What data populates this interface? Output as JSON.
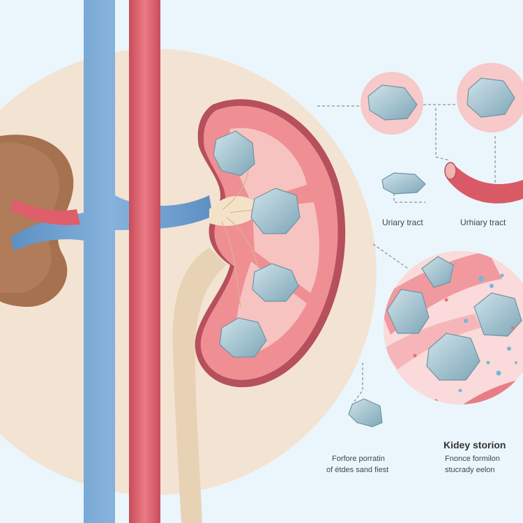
{
  "labels": {
    "tract_left": "Uriary tract",
    "tract_right": "Urhiary tract",
    "title": "Kidey storion",
    "subtitle_1": "Fnonce formilon",
    "subtitle_2": "stucrady eelon",
    "left_1": "Forfore porratin",
    "left_2": "of étdes sand fiest"
  },
  "colors": {
    "background": "#eaf6fb",
    "circle": "#f3e3d3",
    "kidney_cortex": "#ef8f94",
    "kidney_medulla": "#f6c3c0",
    "vein": "#6f9fcd",
    "artery": "#df5e6b",
    "stone": "#a3c6d3",
    "ureter": "#e8d2b6",
    "adjacent_organ": "#a6714f"
  }
}
